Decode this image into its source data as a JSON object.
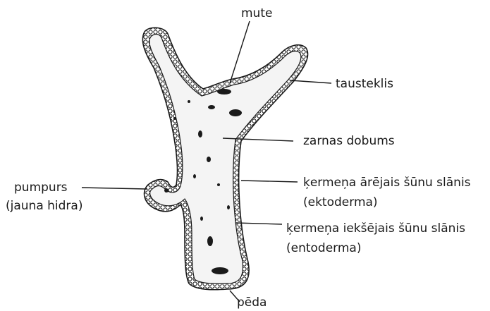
{
  "labels": {
    "mouth": "mute",
    "tentacle": "tausteklis",
    "gut_cavity": "zarnas dobums",
    "bud_line1": "pumpurs",
    "bud_line2": "(jauna hidra)",
    "ectoderm_line1": "ķermeņa ārējais šūnu slānis",
    "ectoderm_line2": "(ektoderma)",
    "endoderm_line1": "ķermeņa iekšējais šūnu slānis",
    "endoderm_line2": "(entoderma)",
    "foot": "pēda"
  },
  "colors": {
    "ink": "#1a1a1a",
    "cavity": "#f4f4f4",
    "background": "#ffffff"
  }
}
